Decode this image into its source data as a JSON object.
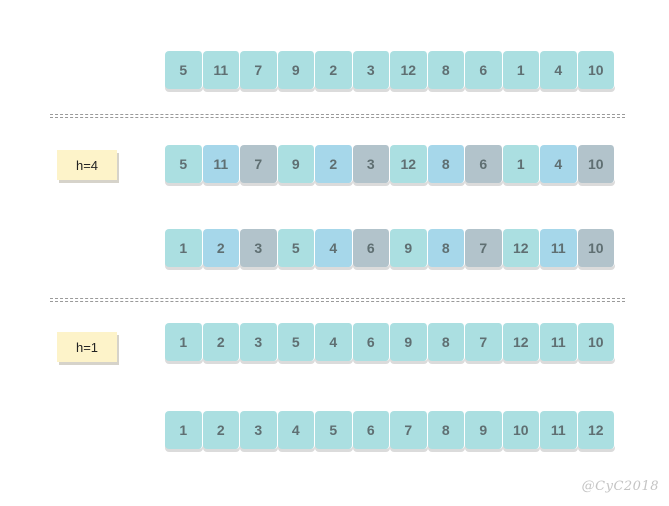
{
  "colors": {
    "c0": "#abdfe1",
    "c1": "#a6d7ea",
    "c2": "#b2c3cb"
  },
  "arrays": {
    "initial": {
      "values": [
        "5",
        "11",
        "7",
        "9",
        "2",
        "3",
        "12",
        "8",
        "6",
        "1",
        "4",
        "10"
      ],
      "colors": [
        0,
        0,
        0,
        0,
        0,
        0,
        0,
        0,
        0,
        0,
        0,
        0
      ]
    },
    "h4_before": {
      "values": [
        "5",
        "11",
        "7",
        "9",
        "2",
        "3",
        "12",
        "8",
        "6",
        "1",
        "4",
        "10"
      ],
      "colors": [
        0,
        1,
        2,
        0,
        1,
        2,
        0,
        1,
        2,
        0,
        1,
        2
      ]
    },
    "h4_after": {
      "values": [
        "1",
        "2",
        "3",
        "5",
        "4",
        "6",
        "9",
        "8",
        "7",
        "12",
        "11",
        "10"
      ],
      "colors": [
        0,
        1,
        2,
        0,
        1,
        2,
        0,
        1,
        2,
        0,
        1,
        2
      ]
    },
    "h1_before": {
      "values": [
        "1",
        "2",
        "3",
        "5",
        "4",
        "6",
        "9",
        "8",
        "7",
        "12",
        "11",
        "10"
      ],
      "colors": [
        0,
        0,
        0,
        0,
        0,
        0,
        0,
        0,
        0,
        0,
        0,
        0
      ]
    },
    "h1_after": {
      "values": [
        "1",
        "2",
        "3",
        "4",
        "5",
        "6",
        "7",
        "8",
        "9",
        "10",
        "11",
        "12"
      ],
      "colors": [
        0,
        0,
        0,
        0,
        0,
        0,
        0,
        0,
        0,
        0,
        0,
        0
      ]
    }
  },
  "labels": {
    "h4": "h=4",
    "h1": "h=1"
  },
  "watermark": "@CyC2018"
}
